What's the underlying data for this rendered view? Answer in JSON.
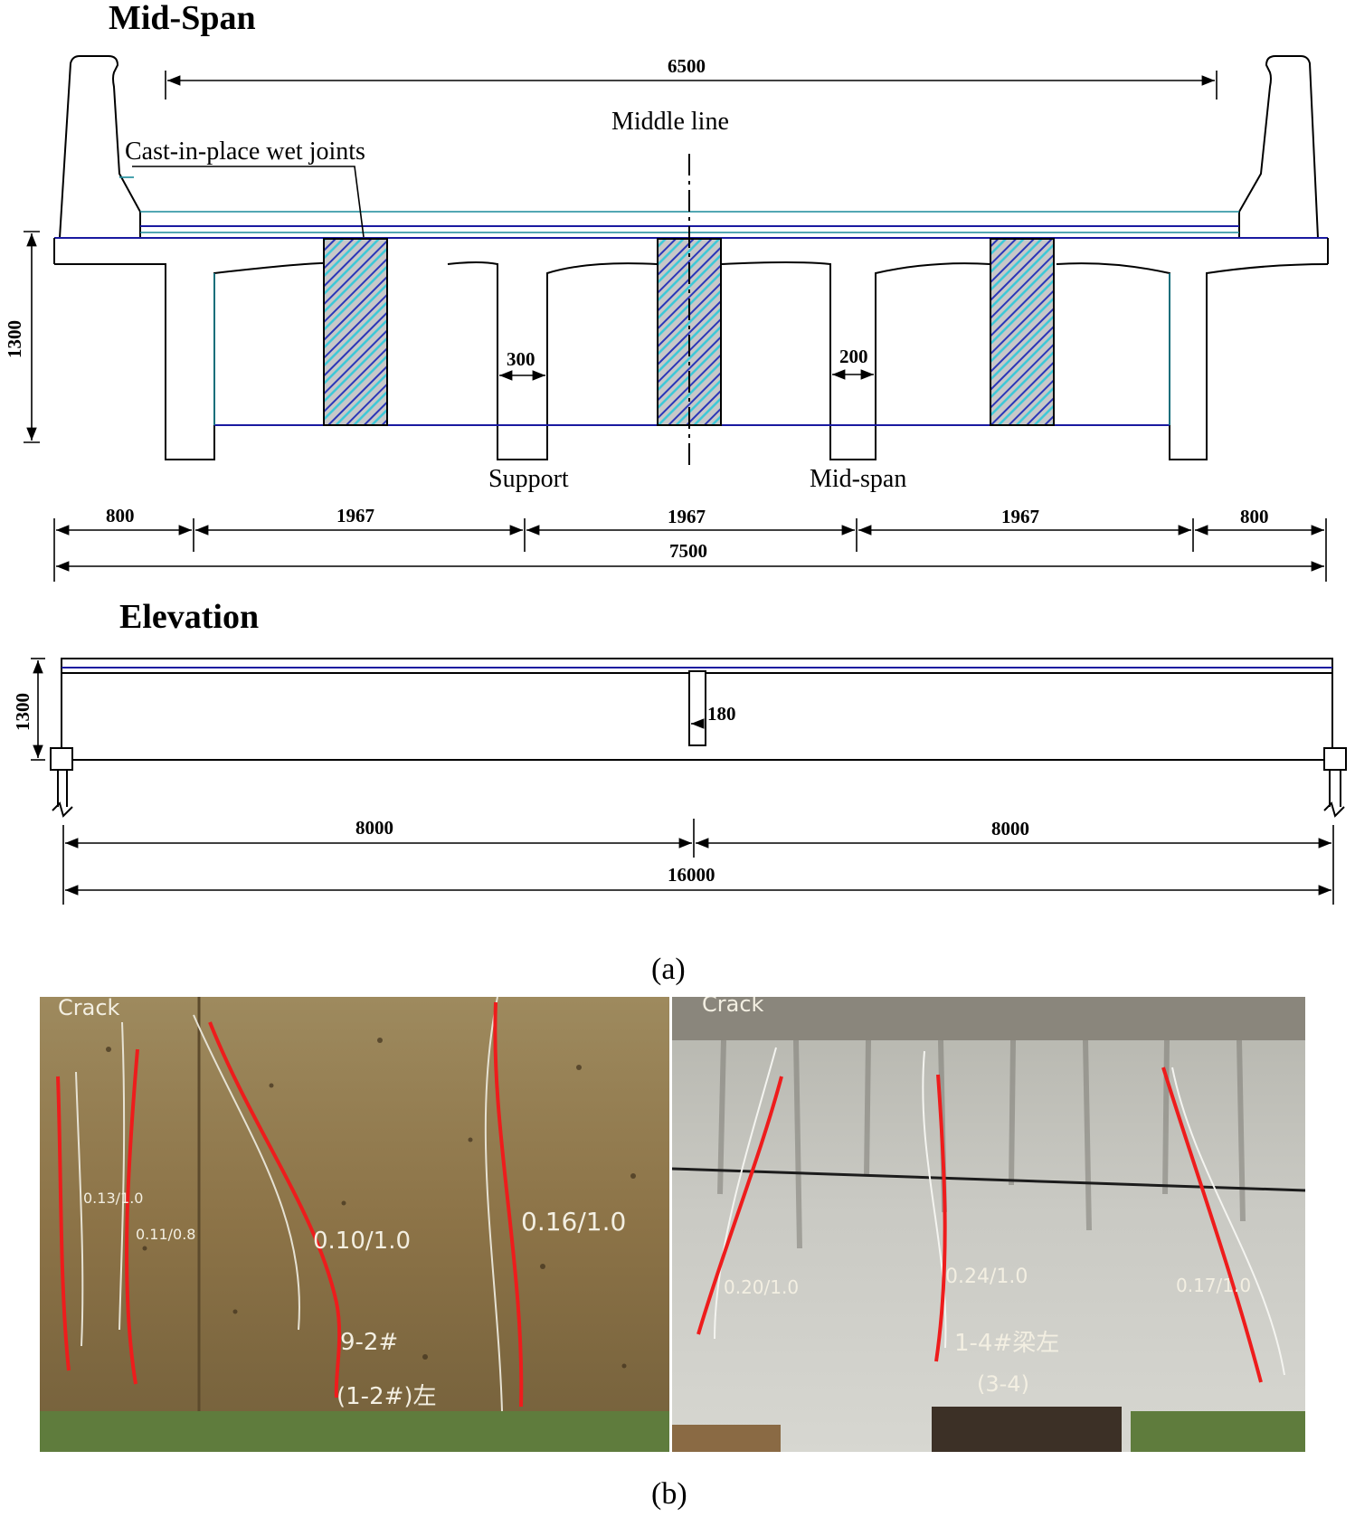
{
  "headings": {
    "mid_span": "Mid-Span",
    "elevation": "Elevation"
  },
  "section_labels": {
    "middle_line": "Middle line",
    "wet_joints": "Cast-in-place wet joints",
    "support": "Support",
    "mid_span": "Mid-span"
  },
  "section_dims": {
    "deck_clear_width": "6500",
    "height": "1300",
    "web_width_support": "300",
    "web_width_midspan": "200",
    "overhang_left": "800",
    "girder_spacing_1": "1967",
    "girder_spacing_2": "1967",
    "girder_spacing_3": "1967",
    "overhang_right": "800",
    "total_width": "7500"
  },
  "elevation_dims": {
    "height": "1300",
    "diaphragm_width": "180",
    "half_span_left": "8000",
    "half_span_right": "8000",
    "total_span": "16000"
  },
  "captions": {
    "a": "(a)",
    "b": "(b)"
  },
  "photos": {
    "left": {
      "label": "Crack",
      "notes": [
        "0.13/1.0",
        "0.11/0.8",
        "0.10/1.0",
        "0.16/1.0",
        "9-2#",
        "(1-2#)左"
      ]
    },
    "right": {
      "label": "Crack",
      "notes": [
        "0.20/1.0",
        "0.24/1.0",
        "0.17/1.0",
        "1-4#梁左",
        "(3-4)"
      ]
    }
  },
  "colors": {
    "crack_marker": "#ee1c1c",
    "outline": "#000000",
    "blue_line": "#1a1aa0",
    "teal_line": "#1a8a9a",
    "hatch_blue": "#2a36b8",
    "hatch_cyan": "#3ac8d8"
  }
}
